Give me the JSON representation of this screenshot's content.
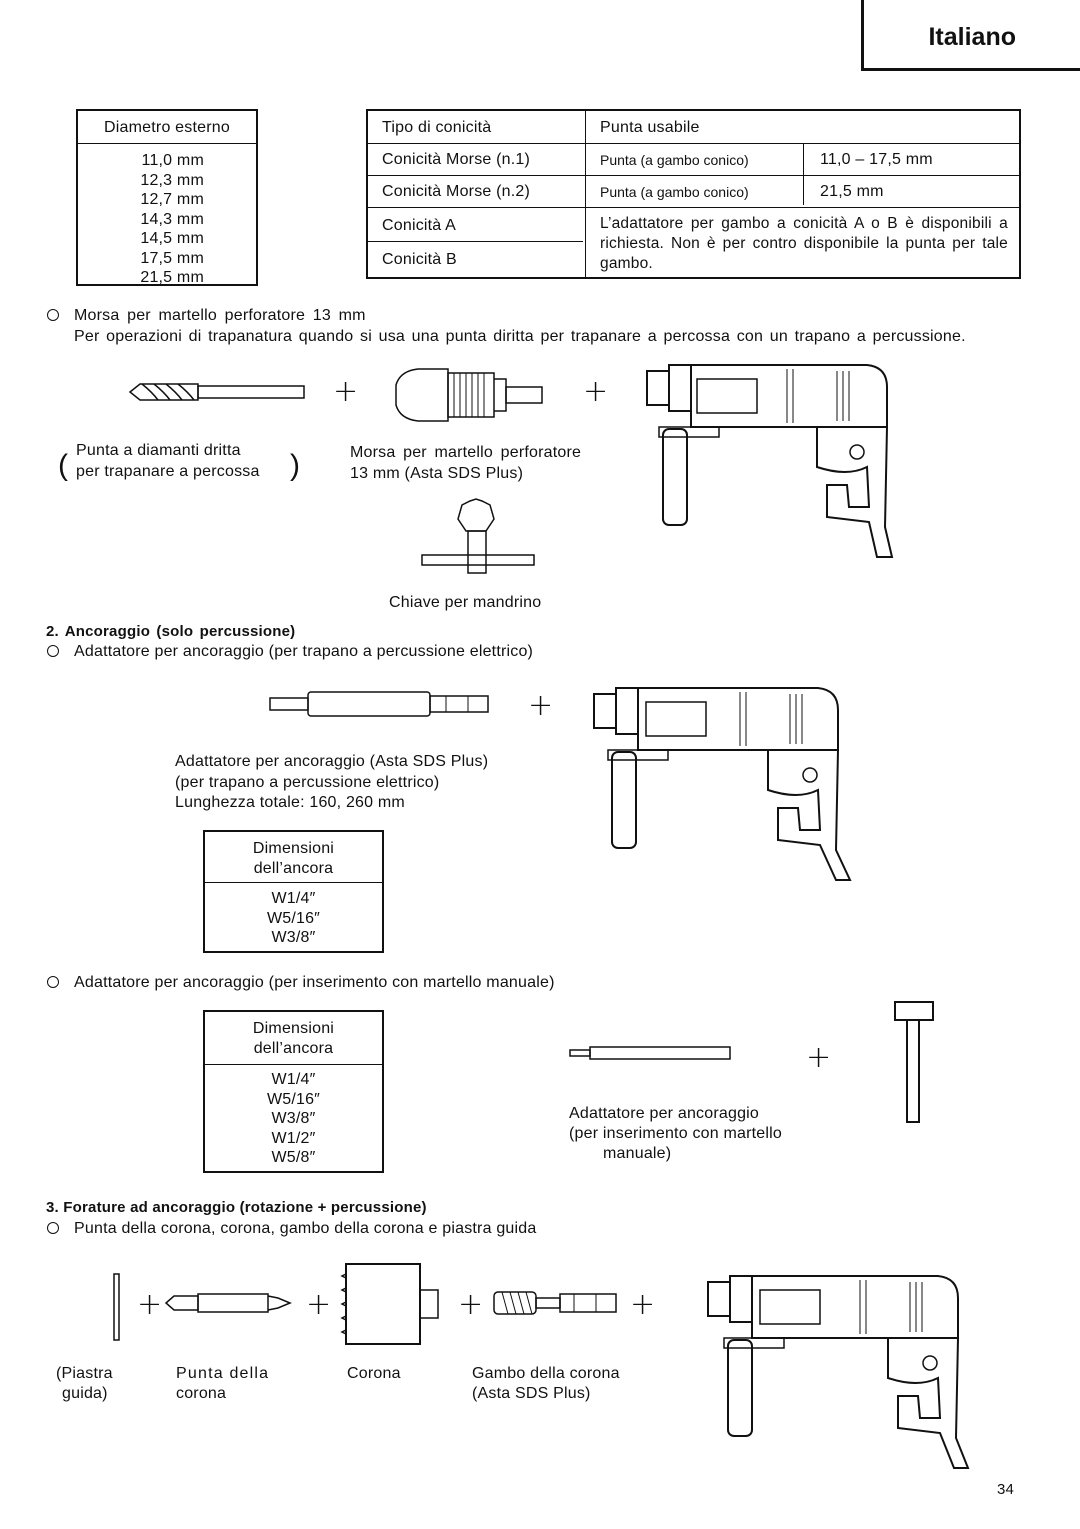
{
  "header": {
    "language": "Italiano"
  },
  "table_diameter": {
    "header": "Diametro esterno",
    "values": [
      "11,0 mm",
      "12,3 mm",
      "12,7 mm",
      "14,3 mm",
      "14,5 mm",
      "17,5 mm",
      "21,5 mm"
    ]
  },
  "table_taper": {
    "col1_header": "Tipo di conicità",
    "col2_header": "Punta usabile",
    "rows": [
      {
        "type": "Conicità Morse (n.1)",
        "bit": "Punta (a gambo conico)",
        "size": "11,0 – 17,5 mm"
      },
      {
        "type": "Conicità Morse (n.2)",
        "bit": "Punta (a gambo conico)",
        "size": "21,5 mm"
      },
      {
        "type": "Conicità A"
      },
      {
        "type": "Conicità B"
      }
    ],
    "note": "L’adattatore per gambo a conicità A o B è disponibili a richiesta. Non è per contro disponibile la punta per tale gambo."
  },
  "section1": {
    "bullet_title": "Morsa per martello perforatore 13 mm",
    "bullet_text": "Per operazioni di trapanatura quando si usa una punta diritta per trapanare a percossa con un trapano a percussione.",
    "label_bit_line1": "Punta a diamanti dritta",
    "label_bit_line2": "per trapanare a percossa",
    "label_chuck_line1": "Morsa per martello perforatore",
    "label_chuck_line2": "13 mm (Asta SDS Plus)",
    "label_key": "Chiave per mandrino"
  },
  "section2": {
    "heading": "2.  Ancoraggio  (solo  percussione)",
    "bullet1": "Adattatore  per  ancoraggio  (per  trapano  a  percussione  elettrico)",
    "adapter_line1": "Adattatore per ancoraggio (Asta SDS Plus)",
    "adapter_line2": "(per trapano a percussione elettrico)",
    "adapter_line3": "Lunghezza totale: 160, 260 mm",
    "table1_header_line1": "Dimensioni",
    "table1_header_line2": "dell’ancora",
    "table1_values": [
      "W1/4″",
      "W5/16″",
      "W3/8″"
    ],
    "bullet2": "Adattatore  per  ancoraggio  (per  inserimento  con  martello  manuale)",
    "table2_header_line1": "Dimensioni",
    "table2_header_line2": "dell’ancora",
    "table2_values": [
      "W1/4″",
      "W5/16″",
      "W3/8″",
      "W1/2″",
      "W5/8″"
    ],
    "manual_line1": "Adattatore per ancoraggio",
    "manual_line2": "(per inserimento con martello",
    "manual_line3": "manuale)"
  },
  "section3": {
    "heading": "3.  Forature ad ancoraggio (rotazione + percussione)",
    "bullet": "Punta della corona, corona, gambo della corona e piastra guida",
    "label_plate_line1": "(Piastra",
    "label_plate_line2": "guida)",
    "label_centerbit_line1": "Punta  della",
    "label_centerbit_line2": "corona",
    "label_crown": "Corona",
    "label_shank_line1": "Gambo della corona",
    "label_shank_line2": "(Asta SDS Plus)"
  },
  "footer": {
    "page_number": "34"
  },
  "icons": {
    "plus": "+",
    "bullet": "circle-bullet-icon"
  }
}
